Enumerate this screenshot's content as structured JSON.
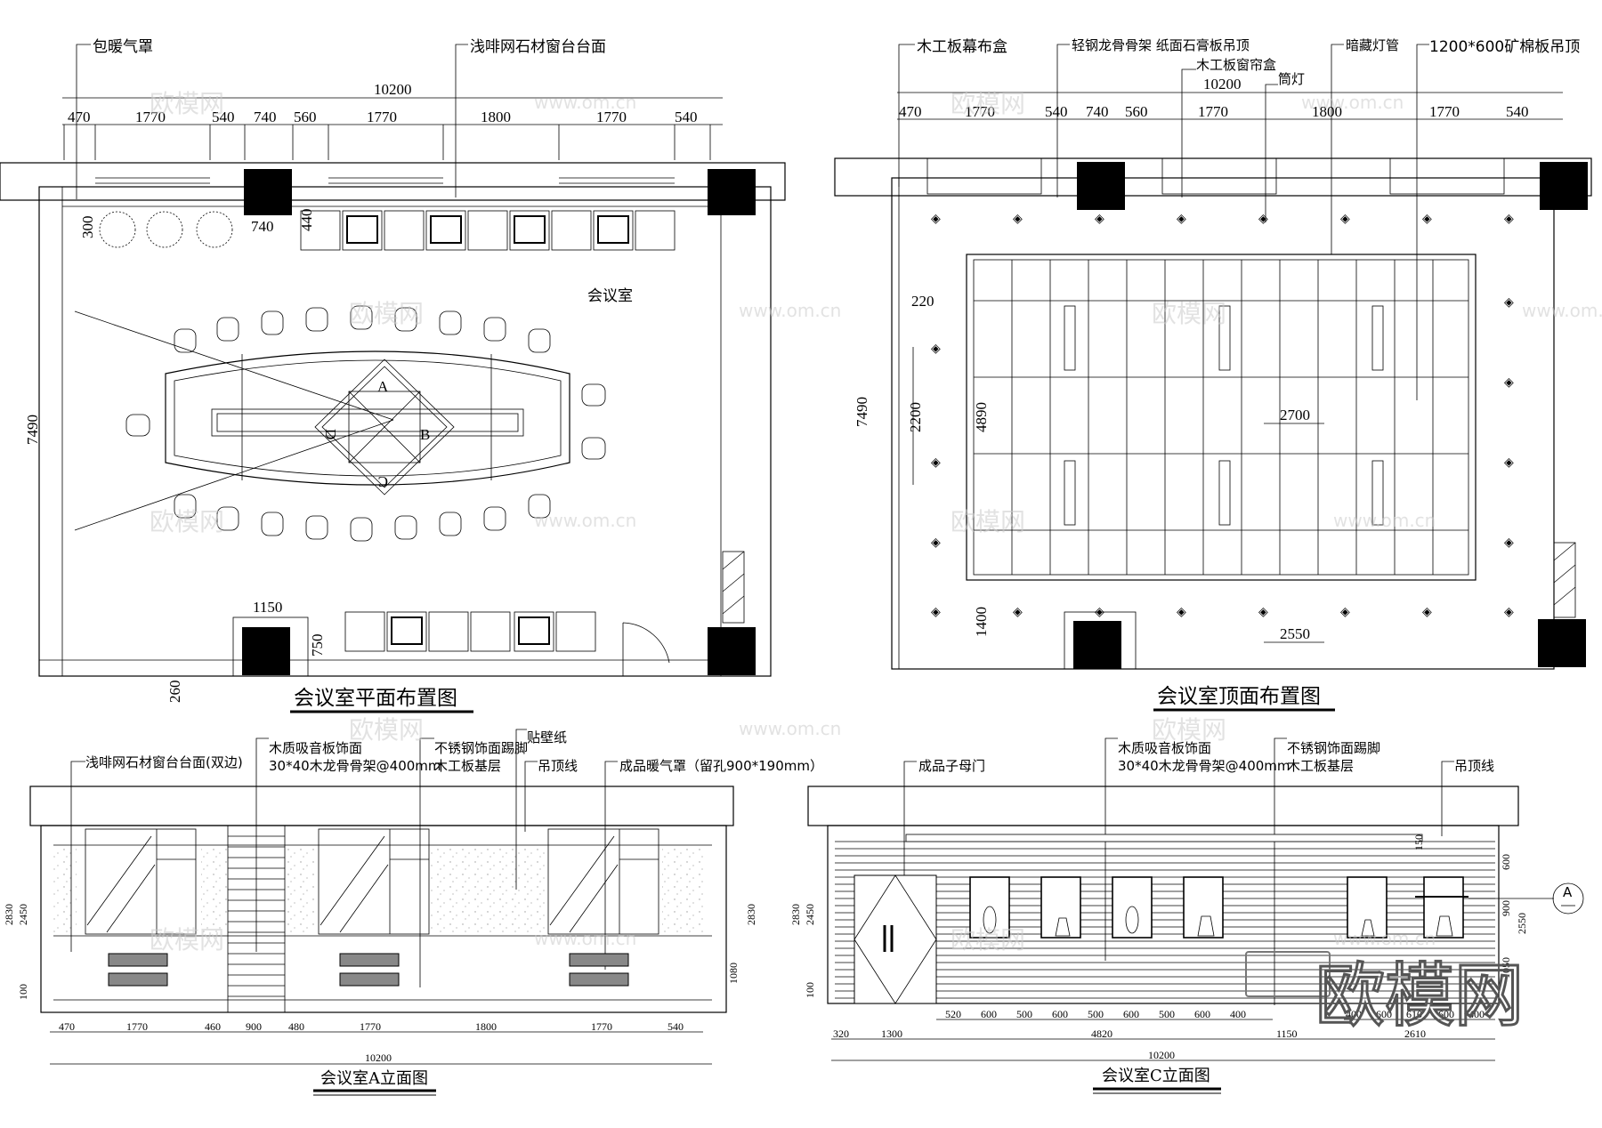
{
  "drawings": {
    "plan": {
      "title": "会议室平面布置图",
      "room_label": "会议室",
      "annotations": [
        "包暖气罩",
        "浅啡网石材窗台台面"
      ],
      "overall_width": "10200",
      "overall_height": "7490",
      "top_dims": [
        "470",
        "1770",
        "540",
        "740",
        "560",
        "1770",
        "1800",
        "1770",
        "540"
      ],
      "column_width": "740",
      "sill_depth": "440",
      "planter_dim": "300",
      "bottom_col_width": "1150",
      "bottom_col_depth": "750",
      "wall_offset": "260",
      "table_letters": [
        "A",
        "B",
        "C",
        "D"
      ]
    },
    "ceiling": {
      "title": "会议室顶面布置图",
      "annotations": [
        "木工板幕布盒",
        "轻钢龙骨骨架  纸面石膏板吊顶",
        "木工板窗帘盒",
        "筒灯",
        "暗藏灯管",
        "1200*600矿棉板吊顶"
      ],
      "overall_width": "10200",
      "overall_height": "7490",
      "top_dims": [
        "470",
        "1770",
        "540",
        "740",
        "560",
        "1770",
        "1800",
        "1770",
        "540"
      ],
      "screen_offset": "220",
      "screen_length": "2200",
      "grid_height": "4890",
      "bottom_offset": "1400",
      "level_grid": "2700",
      "level_perimeter": "2550"
    },
    "elevation_a": {
      "title": "会议室A立面图",
      "annotations": [
        "浅啡网石材窗台台面(双边)",
        "木质吸音板饰面",
        "30*40木龙骨骨架@400mm",
        "不锈钢饰面踢脚",
        "木工板基层",
        "贴壁纸",
        "吊顶线",
        "成品暖气罩（留孔900*190mm）"
      ],
      "height_total": "2830",
      "height_ceiling": "2450",
      "height_base": "100",
      "height_sill": "1080",
      "bottom_dims": [
        "470",
        "1770",
        "460",
        "900",
        "480",
        "1770",
        "1800",
        "1770",
        "540"
      ],
      "overall_width": "10200"
    },
    "elevation_c": {
      "title": "会议室C立面图",
      "annotations": [
        "成品子母门",
        "木质吸音板饰面",
        "30*40木龙骨骨架@400mm",
        "不锈钢饰面踢脚",
        "木工板基层",
        "吊顶线"
      ],
      "height_total": "2830",
      "height_ceiling": "2450",
      "height_base": "100",
      "right_dims": [
        "150",
        "600",
        "900",
        "1050"
      ],
      "right_total": "2550",
      "niche_dims": [
        "520",
        "600",
        "500",
        "600",
        "500",
        "600",
        "500",
        "600",
        "400"
      ],
      "niche_dims_right": [
        "400",
        "600",
        "610",
        "600",
        "400"
      ],
      "mid_dims": [
        "320",
        "1300",
        "4820",
        "1150",
        "2610"
      ],
      "overall_width": "10200",
      "section_marker": "A"
    }
  },
  "watermark": {
    "brand": "欧模网",
    "url": "www.om.cn"
  }
}
